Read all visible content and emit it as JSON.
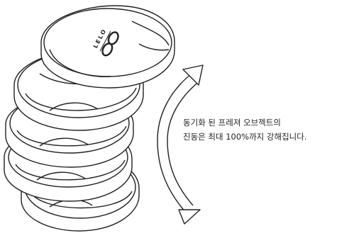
{
  "logo": {
    "brand": "LELO",
    "mark": "infinity-logo"
  },
  "caption": {
    "line1": "동기화 된 프레져 오브젝트의",
    "line2": "진동은 최대 100%까지 강해집니다."
  },
  "illustration": {
    "subject": "stacked-disc-device",
    "disc_count": 5,
    "arrow": "curved-double-arrow"
  },
  "colors": {
    "line": "#231f20",
    "background": "#ffffff"
  }
}
